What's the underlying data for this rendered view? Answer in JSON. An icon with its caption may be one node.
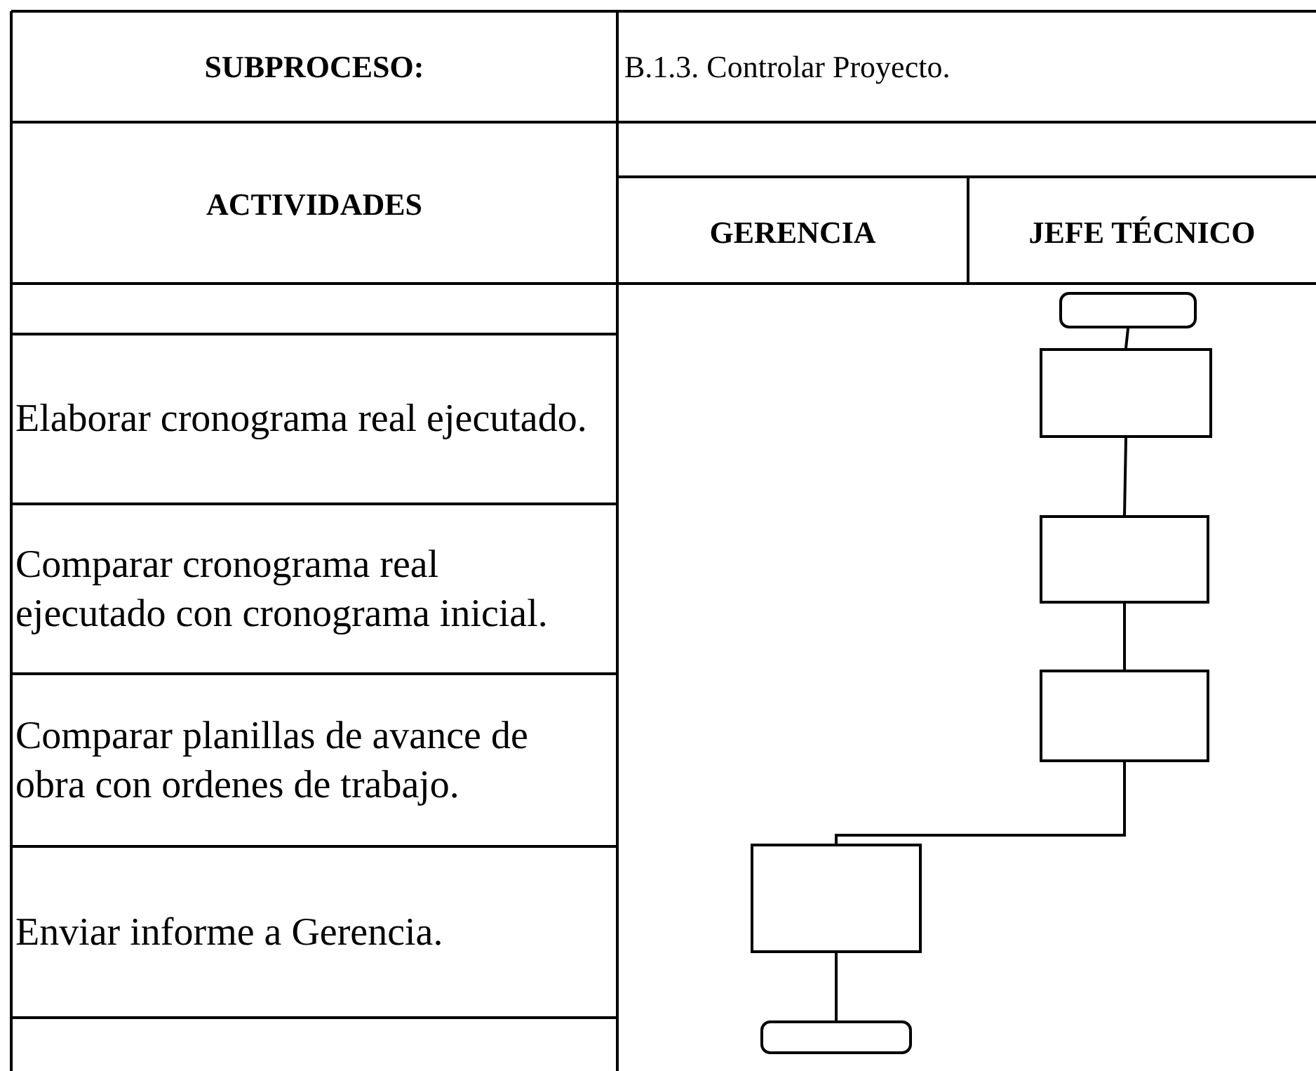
{
  "diagram": {
    "nodes": [
      {
        "text": [],
        "shape": "box"
      },
      {
        "text": [],
        "shape": "box"
      },
      {
        "text": [],
        "shape": "box"
      },
      {
        "text": [],
        "shape": "box"
      },
      {
        "text": [],
        "shape": "box"
      },
      {
        "text": [],
        "shape": "box"
      }
    ],
    "edges": [
      {
        "from": 0,
        "to": 1,
        "arrow": "none"
      },
      {
        "from": 1,
        "to": 2,
        "arrow": "none"
      },
      {
        "from": 2,
        "to": 3,
        "arrow": "none"
      },
      {
        "from": 3,
        "to": 4,
        "arrow": "none"
      },
      {
        "from": 4,
        "to": 5,
        "arrow": "none"
      }
    ],
    "labels": [
      "SUBPROCESO:",
      "B.1.3. Controlar  Proyecto.",
      "ACTIVIDADES",
      "GERENCIA",
      "JEFE TÉCNICO",
      "Elaborar cronograma real ejecutado.",
      "Comparar cronograma real ejecutado con cronograma inicial.",
      "Comparar planillas de avance de obra con ordenes de trabajo.",
      "Enviar informe a Gerencia."
    ]
  }
}
